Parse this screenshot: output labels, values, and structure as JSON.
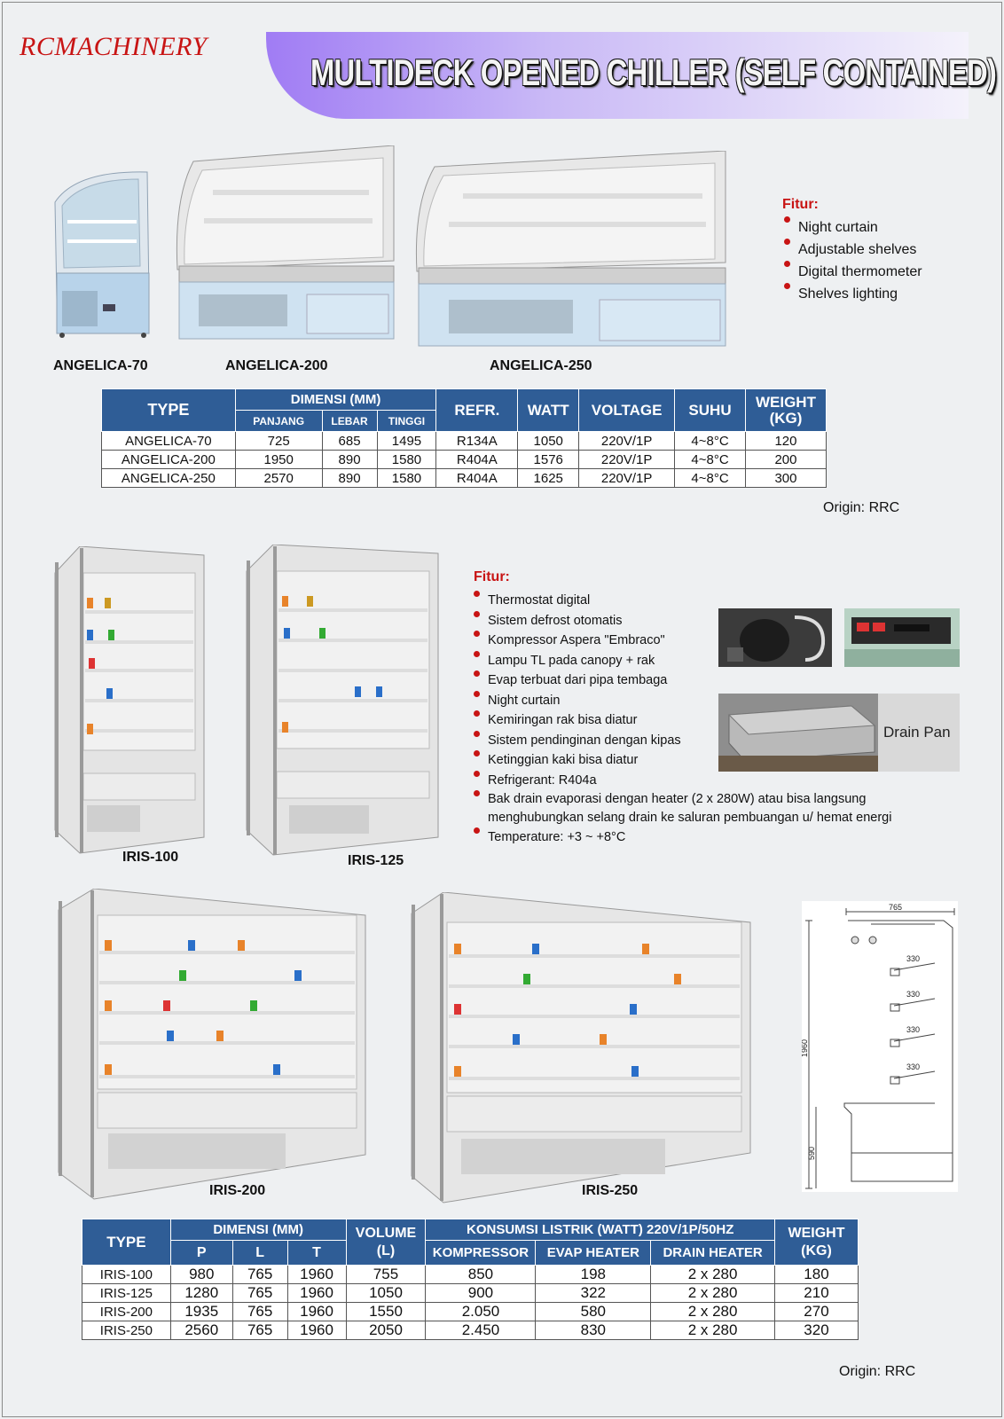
{
  "brand": "RCMACHINERY",
  "title": "MULTIDECK OPENED CHILLER (SELF CONTAINED)",
  "angelica": {
    "captions": [
      "ANGELICA-70",
      "ANGELICA-200",
      "ANGELICA-250"
    ],
    "fitur_title": "Fitur:",
    "fitur": [
      "Night  curtain",
      "Adjustable shelves",
      "Digital thermometer",
      "Shelves lighting"
    ],
    "table": {
      "h_type": "TYPE",
      "h_dimensi": "DIMENSI (MM)",
      "h_panjang": "PANJANG",
      "h_lebar": "LEBAR",
      "h_tinggi": "TINGGI",
      "h_refr": "REFR.",
      "h_watt": "WATT",
      "h_voltage": "VOLTAGE",
      "h_suhu": "SUHU",
      "h_weight": "WEIGHT (KG)",
      "rows": [
        [
          "ANGELICA-70",
          "725",
          "685",
          "1495",
          "R134A",
          "1050",
          "220V/1P",
          "4~8°C",
          "120"
        ],
        [
          "ANGELICA-200",
          "1950",
          "890",
          "1580",
          "R404A",
          "1576",
          "220V/1P",
          "4~8°C",
          "200"
        ],
        [
          "ANGELICA-250",
          "2570",
          "890",
          "1580",
          "R404A",
          "1625",
          "220V/1P",
          "4~8°C",
          "300"
        ]
      ]
    },
    "origin": "Origin: RRC"
  },
  "iris": {
    "captions": [
      "IRIS-100",
      "IRIS-125",
      "IRIS-200",
      "IRIS-250"
    ],
    "fitur_title": "Fitur:",
    "fitur": [
      "Thermostat digital",
      "Sistem defrost otomatis",
      "Kompressor Aspera \"Embraco\"",
      "Lampu TL pada canopy + rak",
      "Evap terbuat dari pipa tembaga",
      "Night curtain",
      "Kemiringan rak bisa diatur",
      "Sistem pendinginan dengan kipas",
      "Ketinggian kaki bisa diatur",
      "Refrigerant: R404a",
      "Bak drain evaporasi dengan heater (2 x 280W) atau bisa langsung menghubungkan selang drain ke saluran pembuangan u/ hemat energi",
      "Temperature: +3 ~ +8°C"
    ],
    "drain_pan_label": "Drain Pan",
    "diagram": {
      "width": "765",
      "height": "1960",
      "shelf": "330",
      "base": "590"
    },
    "table": {
      "h_type": "TYPE",
      "h_dimensi": "DIMENSI (MM)",
      "h_p": "P",
      "h_l": "L",
      "h_t": "T",
      "h_volume": "VOLUME (L)",
      "h_konsumsi": "KONSUMSI LISTRIK (WATT) 220V/1P/50HZ",
      "h_kompressor": "KOMPRESSOR",
      "h_evap": "EVAP HEATER",
      "h_drain": "DRAIN HEATER",
      "h_weight": "WEIGHT (KG)",
      "rows": [
        [
          "IRIS-100",
          "980",
          "765",
          "1960",
          "755",
          "850",
          "198",
          "2 x 280",
          "180"
        ],
        [
          "IRIS-125",
          "1280",
          "765",
          "1960",
          "1050",
          "900",
          "322",
          "2 x 280",
          "210"
        ],
        [
          "IRIS-200",
          "1935",
          "765",
          "1960",
          "1550",
          "2.050",
          "580",
          "2 x 280",
          "270"
        ],
        [
          "IRIS-250",
          "2560",
          "765",
          "1960",
          "2050",
          "2.450",
          "830",
          "2 x 280",
          "320"
        ]
      ]
    },
    "origin": "Origin: RRC"
  }
}
